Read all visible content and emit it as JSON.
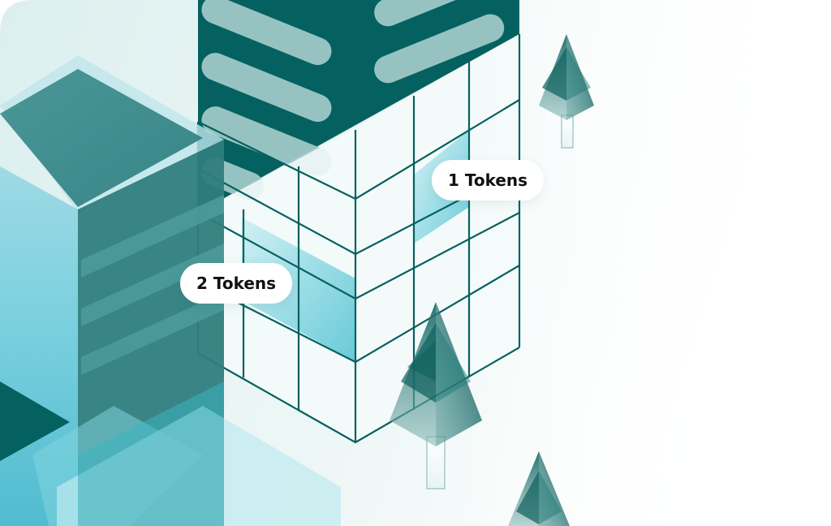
{
  "colors": {
    "dark_teal": "#04615f",
    "glass_teal": "#5cc2cf",
    "light_panel": "#e6f2f2",
    "pill_background": "#ffffff",
    "pill_text": "#111111"
  },
  "icons": [
    "tree-icon",
    "glass-building",
    "striped-tower"
  ],
  "labels": {
    "token_label_1": "1 Tokens",
    "token_label_2": "2 Tokens"
  }
}
